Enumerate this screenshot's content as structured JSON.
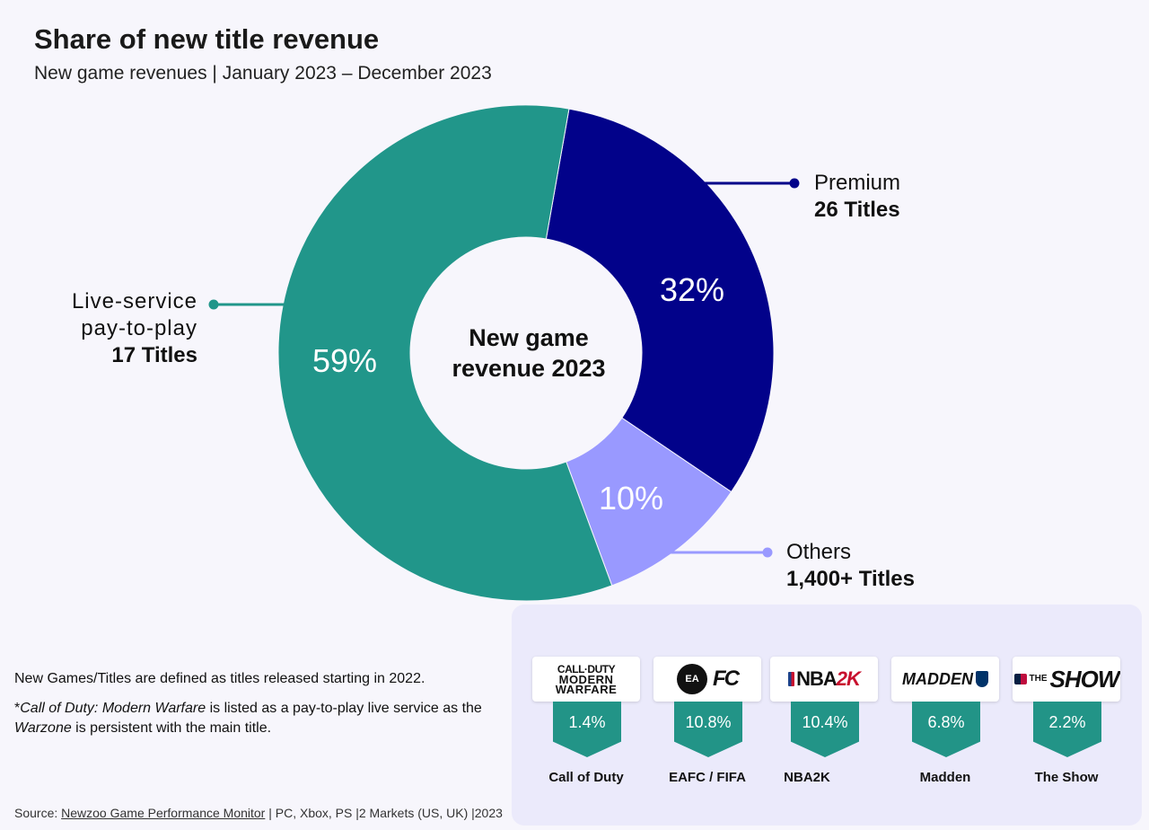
{
  "header": {
    "title": "Share of new title revenue",
    "subtitle": "New game revenues | January 2023 – December 2023"
  },
  "chart_data": {
    "type": "pie",
    "variant": "donut",
    "center_label_line1": "New game",
    "center_label_line2": "revenue 2023",
    "slices": [
      {
        "key": "premium",
        "label": "Premium",
        "count_label": "26 Titles",
        "value": 32,
        "value_label": "32%",
        "color": "#02028a"
      },
      {
        "key": "others",
        "label": "Others",
        "count_label": "1,400+ Titles",
        "value": 10,
        "value_label": "10%",
        "color": "#9999ff"
      },
      {
        "key": "live",
        "label_line1": "Live-service",
        "label_line2": "pay-to-play",
        "count_label": "17 Titles",
        "value": 59,
        "value_label": "59%",
        "color": "#21968a"
      }
    ]
  },
  "notes": {
    "definition": "New Games/Titles are defined as titles released starting in 2022.",
    "footnote_prefix": "*",
    "footnote_title": "Call of Duty: Modern Warfare",
    "footnote_mid": " is listed as a pay-to-play live service as the ",
    "footnote_warzone": "Warzone",
    "footnote_end": " is persistent with the main title."
  },
  "source": {
    "prefix": "Source: ",
    "link": "Newzoo Game Performance Monitor",
    "suffix": " | PC, Xbox, PS |2 Markets (US, UK) |2023"
  },
  "panel": {
    "arrow_color": "#229487",
    "titles": [
      {
        "name": "Call of Duty",
        "share": "1.4%",
        "logo": {
          "line1": "CALL·DUTY",
          "line2": "MODERN",
          "line3": "WARFARE"
        }
      },
      {
        "name": "EAFC / FIFA",
        "share": "10.8%",
        "logo": {
          "badge": "EA",
          "mark": "FC"
        }
      },
      {
        "name": "NBA2K",
        "share": "10.4%",
        "logo": {
          "text1": "NBA",
          "text2": "2K"
        }
      },
      {
        "name": "Madden",
        "share": "6.8%",
        "logo": {
          "text": "MADDEN",
          "badge": "nfl-shield-icon"
        }
      },
      {
        "name": "The Show",
        "share": "2.2%",
        "logo": {
          "text1": "THE",
          "text2": "SHOW"
        }
      }
    ]
  }
}
